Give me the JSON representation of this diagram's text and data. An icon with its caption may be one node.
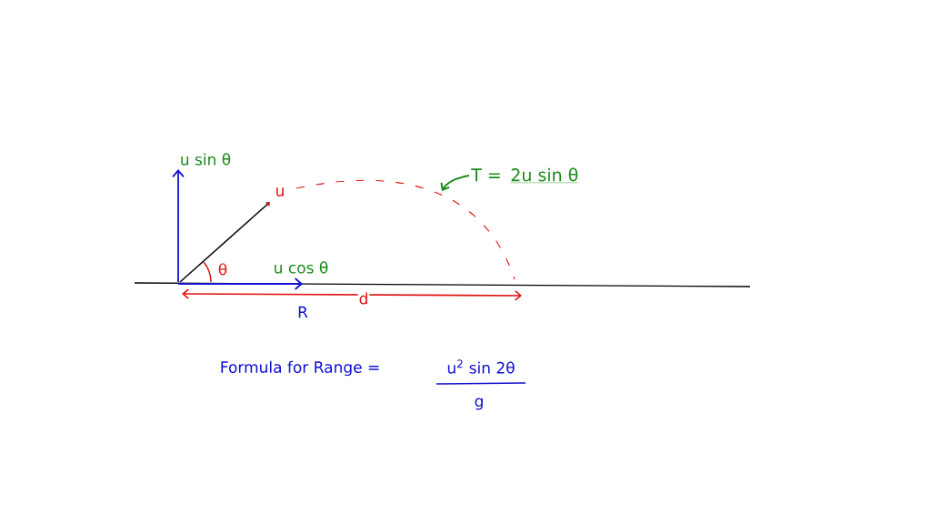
{
  "diagram": {
    "nodes": [
      {
        "text": [
          "T =",
          "2u sin θ"
        ]
      },
      {
        "text": [],
        "shape": "curve"
      }
    ],
    "edges": [
      {
        "from": 0,
        "to": 1,
        "arrow": "to",
        "color": "#1a8a1a"
      }
    ],
    "labels": [
      "u sin θ",
      "u",
      "θ",
      "u cos θ",
      "d",
      "R",
      "Formula for Range =",
      "u$^{2}$ sin 2θ",
      "g"
    ]
  }
}
